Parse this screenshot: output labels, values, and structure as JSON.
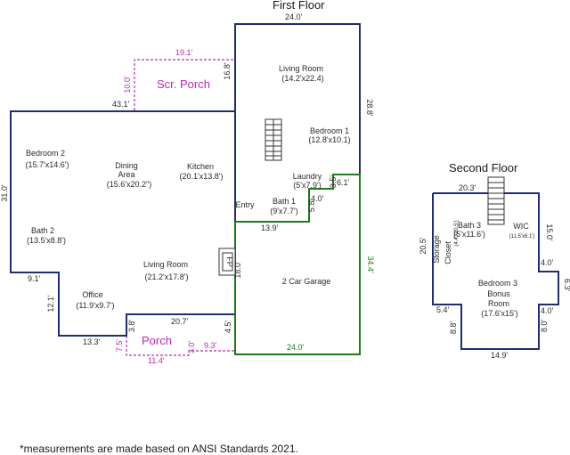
{
  "first_floor": {
    "title": "First Floor",
    "dims": {
      "top": "24.0'",
      "right": "28.8'",
      "left": "31.0'",
      "step_4301": "43.1'",
      "step_9_1": "9.1'",
      "office_12_1": "12.1'",
      "office_13_3": "13.3'",
      "porch_3_8": "3.8'",
      "d_20_7": "20.7'",
      "d_4_5": "4.5'",
      "d_18_0": "18.0'",
      "d_13_9": "13.9'",
      "d_5_8": "5.8'",
      "d_4_0": "4.0'",
      "d_3_5": "3.5'",
      "d_6_1": "6.1'",
      "d_16_8": "16.8'"
    },
    "rooms": {
      "living_room_top": {
        "name": "Living Room",
        "size": "(14.2'x22.4)"
      },
      "bedroom1": {
        "name": "Bedroom 1",
        "size": "(12.8'x10.1)"
      },
      "bedroom2": {
        "name": "Bedroom 2",
        "size": "(15.7'x14.6')"
      },
      "dining_line1": "Dining",
      "dining_line2": "Area",
      "dining_size": "(15.6'x20.2\")",
      "kitchen": {
        "name": "Kitchen",
        "size": "(20.1'x13.8')"
      },
      "laundry": {
        "name": "Laundry",
        "size": "(5'x7.9')"
      },
      "entry": "Entry",
      "bath1": {
        "name": "Bath 1",
        "size": "(9'x7.7')"
      },
      "bath2": {
        "name": "Bath 2",
        "size": "(13.5'x8.8')"
      },
      "living_room_bottom": {
        "name": "Living Room",
        "size": "(21.2'x17.8')"
      },
      "office": {
        "name": "Office",
        "size": "(11.9'x9.7')"
      },
      "fp": "FP"
    },
    "garage": {
      "name": "2 Car Garage",
      "right": "34.4'",
      "bottom": "24.0'"
    },
    "scr_porch": {
      "name": "Scr. Porch",
      "top": "19.1'",
      "left": "10.0'"
    },
    "porch": {
      "name": "Porch",
      "left": "7.5'",
      "bottom": "11.4'",
      "right_small": "3.0'",
      "right": "9.3'"
    }
  },
  "second_floor": {
    "title": "Second Floor",
    "dims": {
      "top": "20.3'",
      "left": "20.5'",
      "right_top": "15.0'",
      "notch": "4.0'",
      "right_mid": "6.3'",
      "notch2": "4.0'",
      "right_bottom": "8.0'",
      "left_step": "5.4'",
      "left_bottom": "8.8'",
      "bottom": "14.9'"
    },
    "rooms": {
      "bath3": {
        "name": "Bath 3",
        "size": "(5'x11.6')"
      },
      "wic": {
        "name": "WIC",
        "size": "(11.5'x6.1')"
      },
      "storage_closet": {
        "line1": "Storage",
        "line2": "Closet",
        "size": "(4.4'x20.5')"
      },
      "bedroom3": {
        "line1": "Bedroom 3",
        "line2": "Bonus",
        "line3": "Room",
        "size": "(17.6'x15')"
      }
    }
  },
  "footnote": "*measurements are made based on ANSI Standards 2021."
}
